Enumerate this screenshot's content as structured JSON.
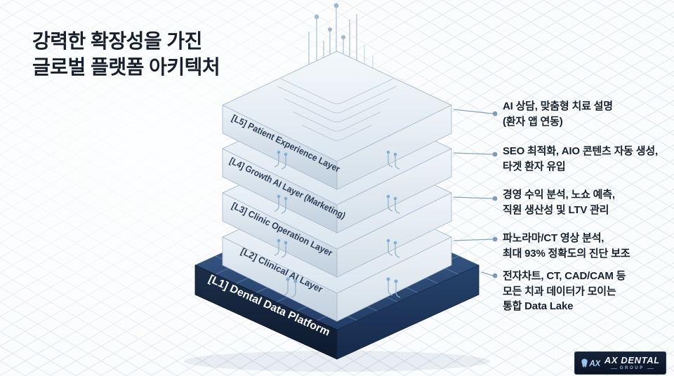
{
  "title": {
    "line1": "강력한 확장성을 가진",
    "line2": "글로벌 플랫폼 아키텍처"
  },
  "layers": [
    {
      "id": "L5",
      "label": "[L5] Patient Experience Layer"
    },
    {
      "id": "L4",
      "label": "[L4] Growth AI Layer (Marketing)"
    },
    {
      "id": "L3",
      "label": "[L3] Clinic Operation Layer"
    },
    {
      "id": "L2",
      "label": "[L2] Clinical AI Layer"
    },
    {
      "id": "L1",
      "label": "[L1] Dental Data Platform"
    }
  ],
  "callouts": [
    {
      "layer": "L5",
      "lines": [
        "AI 상담, 맞춤형 치료 설명",
        "(환자 앱 연동)"
      ]
    },
    {
      "layer": "L4",
      "lines": [
        "SEO 최적화, AIO 콘텐츠 자동 생성,",
        "타겟 환자 유입"
      ]
    },
    {
      "layer": "L3",
      "lines": [
        "경영 수익 분석, 노쇼 예측,",
        "직원 생산성 및 LTV 관리"
      ]
    },
    {
      "layer": "L2",
      "lines": [
        "파노라마/CT 영상 분석,",
        "최대 93% 정확도의 진단 보조"
      ]
    },
    {
      "layer": "L1",
      "lines": [
        "전자차트, CT, CAD/CAM 등",
        "모든 치과 데이터가 모이는",
        "통합 Data Lake"
      ]
    }
  ],
  "logo": {
    "mark": "AX",
    "brand": "AX DENTAL",
    "group": "GROUP"
  },
  "colors": {
    "title_text": "#161f2b",
    "annotation_text": "#17222e",
    "layer_label": "#2c3e58",
    "dark_platform": "#16253d",
    "callout_line": "#7e9bb9",
    "logo_bg": "#0b1424"
  }
}
